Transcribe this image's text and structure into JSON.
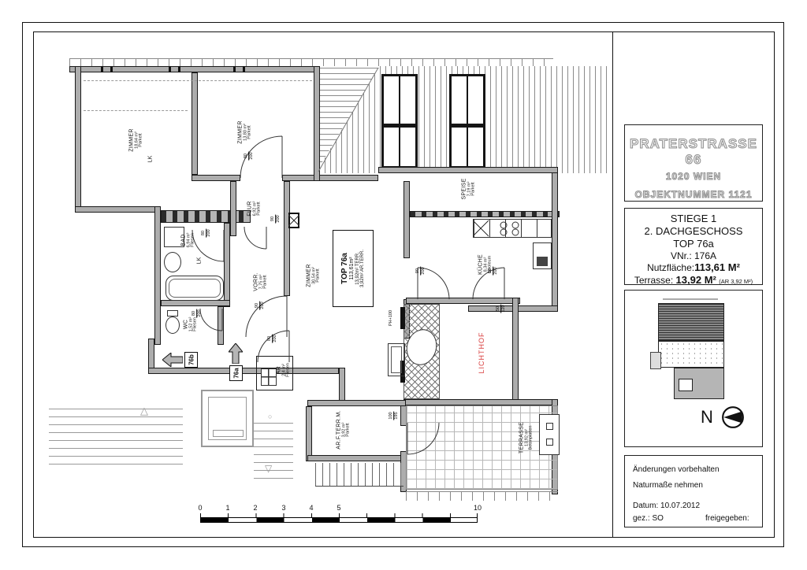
{
  "title_block": {
    "project": {
      "name": "PRATERSTRASSE 66",
      "city": "1020 WIEN",
      "object": "OBJEKTNUMMER 1121"
    },
    "unit": {
      "stiege": "STIEGE 1",
      "floor": "2. DACHGESCHOSS",
      "top": "TOP 76a",
      "vnr": "VNr.: 176A",
      "area_label": "Nutzfläche:",
      "area_value": "113,61 M²",
      "terrace_label": "Terrasse:",
      "terrace_value": "13,92 M²",
      "terrace_note": "(AR 3,92 M²)"
    },
    "north": "N",
    "notes": {
      "line1": "Änderungen vorbehalten",
      "line2": "Naturmaße nehmen",
      "date": "Datum: 10.07.2012",
      "drawn": "gez.: SO",
      "approved": "freigegeben:"
    }
  },
  "plan": {
    "unit_box": {
      "l1": "TOP 76a",
      "l2": "113,61m²",
      "l3": "13,92m² TERR.",
      "l4": "3,92m² AR.TERR."
    },
    "rooms": [
      {
        "name": "ZIMMER",
        "area": "18,64 m²",
        "floor": "Parkett"
      },
      {
        "name": "ZIMMER",
        "area": "13,80 m²",
        "floor": "Parkett"
      },
      {
        "name": "FLUR",
        "area": "6,92 m²",
        "floor": "Parkett"
      },
      {
        "name": "BAD",
        "area": "6,94 m²",
        "floor": "Fliesen"
      },
      {
        "name": "WC",
        "area": "1,52 m²",
        "floor": "Fliesen"
      },
      {
        "name": "VORR.",
        "area": "7,75 m²",
        "floor": "Parkett"
      },
      {
        "name": "ZIMMER",
        "area": "30,54 m²",
        "floor": "Parkett"
      },
      {
        "name": "SPEISE",
        "area": "7,19 m²",
        "floor": "Parkett"
      },
      {
        "name": "KÜCHE",
        "area": "8,34 m²",
        "floor": "Linoleum"
      },
      {
        "name": "TERRASSE",
        "area": "13,92 m²",
        "floor": "Betonplatten"
      },
      {
        "name": "AR.F.TERR.M.",
        "area": "3,92 m²",
        "floor": "Parkett"
      },
      {
        "name": "AR",
        "area": "2,4 m²",
        "floor": "Fliesen"
      }
    ],
    "lichthof": "LICHTHOF",
    "lk": "LK",
    "entry_a": "76a",
    "entry_b": "76b",
    "ph": "PH+100",
    "dims": [
      {
        "w": "80",
        "h": "200"
      },
      {
        "w": "80",
        "h": "200"
      },
      {
        "w": "90",
        "h": "200"
      },
      {
        "w": "80",
        "h": "200"
      },
      {
        "w": "90",
        "h": "200"
      },
      {
        "w": "80",
        "h": "200"
      },
      {
        "w": "90",
        "h": "200"
      },
      {
        "w": "80",
        "h": "200"
      },
      {
        "w": "50",
        "h": "120"
      },
      {
        "w": "100",
        "h": "195"
      }
    ],
    "scale": {
      "labels": [
        "0",
        "1",
        "2",
        "3",
        "4",
        "5",
        "10"
      ]
    }
  },
  "colors": {
    "accent_red": "#d94040",
    "wall_gray": "#adadad"
  }
}
